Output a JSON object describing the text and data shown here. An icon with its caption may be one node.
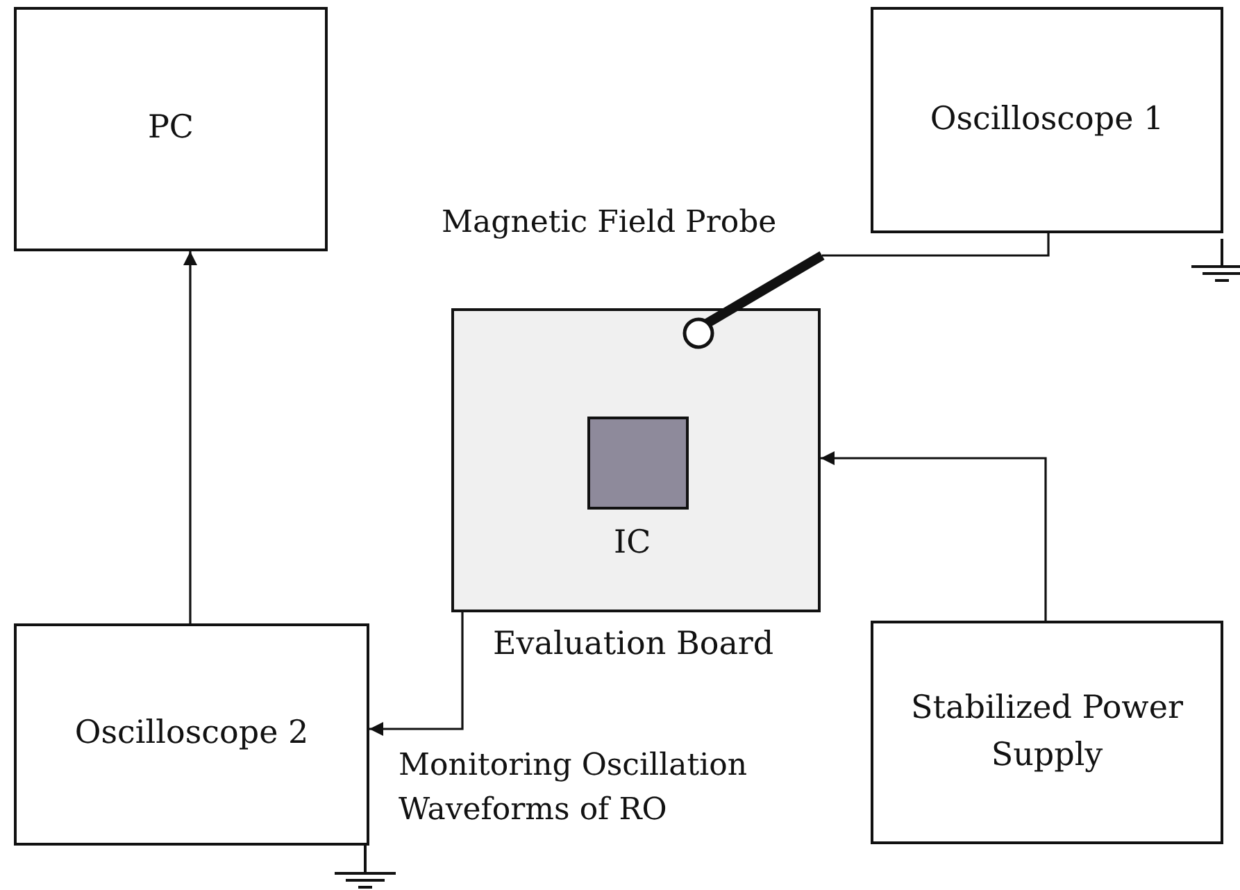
{
  "diagram": {
    "nodes": [
      {
        "text": [
          "PC"
        ]
      },
      {
        "text": [
          "Oscilloscope 1"
        ]
      },
      {
        "text": [],
        "shape": "picture",
        "beside": [
          "Magnetic Field Probe"
        ]
      },
      {
        "text": [
          "Evaluation Board"
        ]
      },
      {
        "text": [
          "IC"
        ],
        "in": 3
      },
      {
        "text": [
          "Oscilloscope 2"
        ]
      },
      {
        "text": [
          "Stabilized Power Supply"
        ]
      }
    ],
    "edges": [
      {
        "from": 2,
        "to": 1,
        "arrow": "none"
      },
      {
        "from": 5,
        "to": 0,
        "arrow": "to"
      },
      {
        "from": 3,
        "to": 5,
        "arrow": "to",
        "label": "Monitoring Oscillation Waveforms of RO"
      },
      {
        "from": 6,
        "to": 3,
        "arrow": "to"
      }
    ]
  }
}
